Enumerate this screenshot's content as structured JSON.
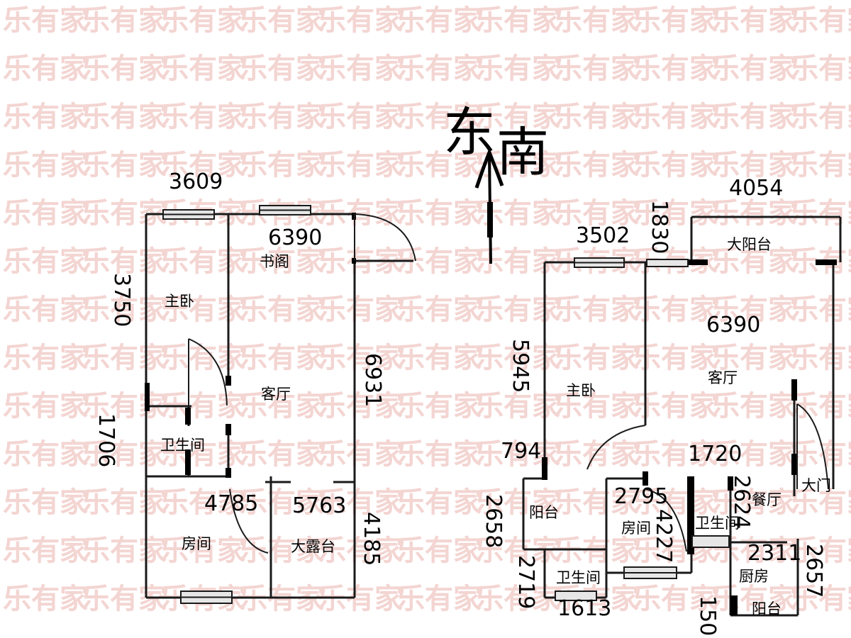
{
  "watermark": {
    "text": "乐有家",
    "color": "#f3d5d2"
  },
  "compass": {
    "label_east": "东",
    "label_south": "南"
  },
  "left_plan": {
    "rooms": {
      "master_bedroom": "主卧",
      "study": "书阁",
      "living_room": "客厅",
      "bathroom": "卫生间",
      "bedroom": "房间",
      "big_terrace": "大露台"
    },
    "dimensions": {
      "top_width": "3609",
      "study_width": "6390",
      "master_height": "3750",
      "living_height": "6931",
      "bath_height": "1706",
      "bedroom_width": "4785",
      "terrace_width": "5763",
      "terrace_height": "4185"
    }
  },
  "right_plan": {
    "rooms": {
      "big_balcony": "大阳台",
      "living_room": "客厅",
      "master_bedroom": "主卧",
      "balcony": "阳台",
      "bedroom": "房间",
      "bathroom_1": "卫生间",
      "bathroom_2": "卫生间",
      "dining": "餐厅",
      "kitchen": "厨房",
      "balcony_2": "阳台",
      "main_door": "大门"
    },
    "dimensions": {
      "balcony_width": "4054",
      "balcony_depth": "1830",
      "master_width": "3502",
      "living_width": "6390",
      "master_height": "5945",
      "corridor": "794",
      "hall_width": "1720",
      "balcony_height": "2658",
      "bedroom_width": "2795",
      "bedroom_height": "4227",
      "dining_height": "2624",
      "bath_height": "2719",
      "kitchen_width": "2311",
      "entry_height": "2657",
      "bath_width": "1613",
      "kitchen_balcony": "150"
    }
  }
}
